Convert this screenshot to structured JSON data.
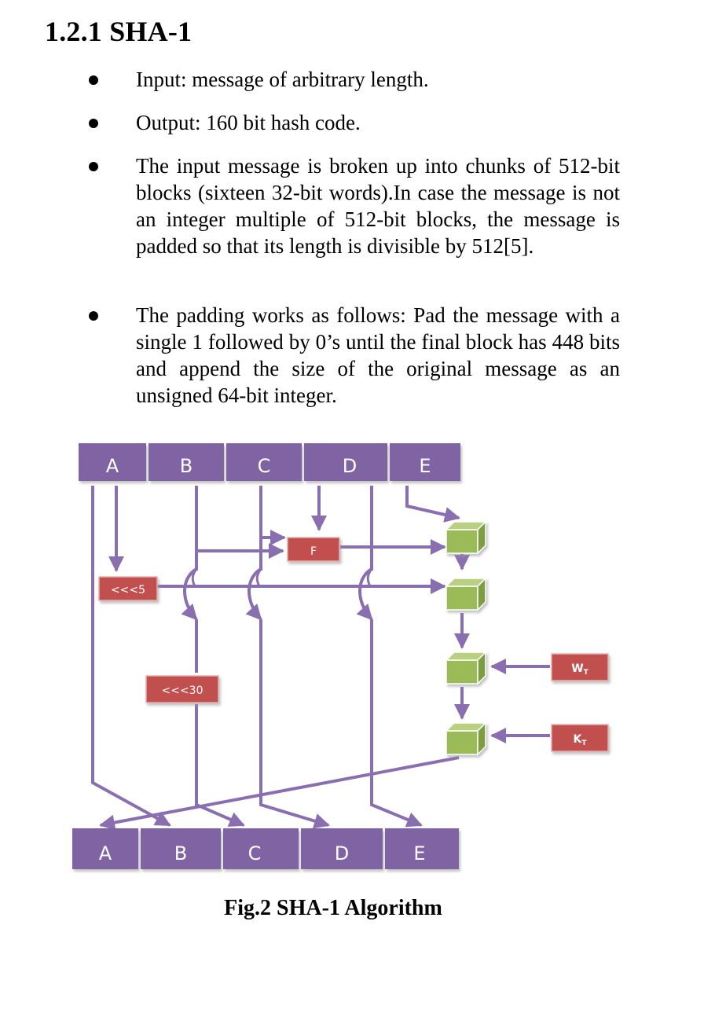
{
  "section": {
    "heading": "1.2.1 SHA-1"
  },
  "bullets": [
    "Input: message of arbitrary length.",
    "Output: 160 bit hash code.",
    "The input message is broken up into chunks of 512-bit blocks (sixteen 32-bit words).In case the message is not an integer multiple of 512-bit blocks, the message is padded so that its length is divisible by 512[5].",
    " The padding works as follows: Pad the message with a single 1 followed by 0’s until the final block has 448 bits and append the size of the original message as an unsigned 64-bit integer."
  ],
  "figure": {
    "top_registers": [
      "A",
      "B",
      "C",
      "D",
      "E"
    ],
    "bottom_registers": [
      "A",
      "B",
      "C",
      "D",
      "E"
    ],
    "function_box": "F",
    "rotate_left_5": "<<<5",
    "rotate_left_30": "<<<30",
    "w_input": "WT",
    "k_input": "KT",
    "caption": "Fig.2 SHA-1 Algorithm",
    "colors": {
      "register_fill": "#8064a2",
      "line": "#8a6fb0",
      "op_box_fill": "#c0504d",
      "adder_fill": "#9bbb59",
      "register_text": "#ffffff",
      "op_text": "#ffffff"
    }
  }
}
